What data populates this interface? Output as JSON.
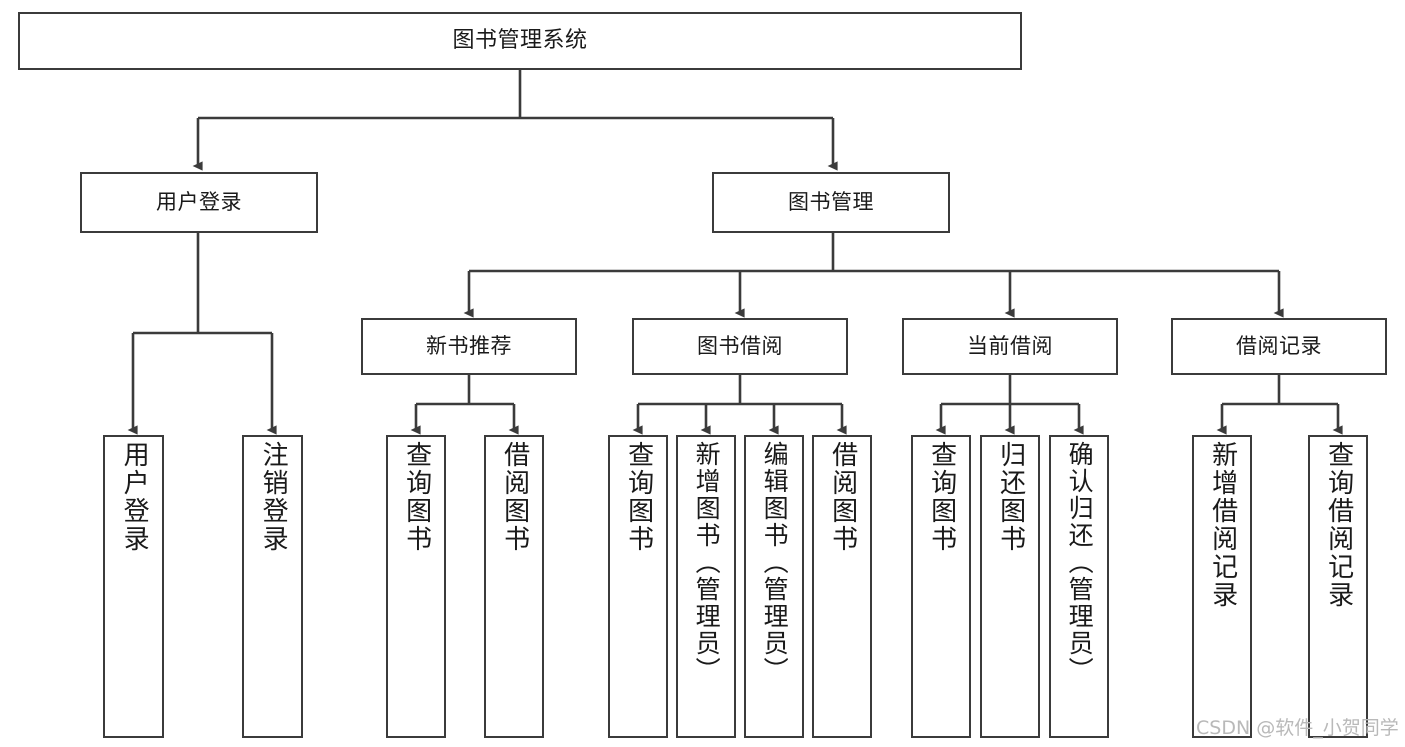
{
  "diagram": {
    "type": "tree-hierarchy",
    "title": "图书管理系统",
    "colors": {
      "stroke": "#3b3b3b",
      "fill": "#ffffff",
      "text": "#1a1a1a",
      "watermark": "#b9b9b9"
    },
    "levels": {
      "root": "图书管理系统",
      "level1": [
        "用户登录",
        "图书管理"
      ],
      "level2": [
        "新书推荐",
        "图书借阅",
        "当前借阅",
        "借阅记录"
      ]
    },
    "nodes": {
      "root": "图书管理系统",
      "user_login": "用户登录",
      "book_manage": "图书管理",
      "new_book_rec": "新书推荐",
      "book_borrow": "图书借阅",
      "current_borrow": "当前借阅",
      "borrow_record": "借阅记录",
      "leaf_user_login": "用户登录",
      "leaf_user_logout": "注销登录",
      "leaf_query_book_1": "查询图书",
      "leaf_borrow_book_1": "借阅图书",
      "leaf_query_book_2": "查询图书",
      "leaf_add_book_admin": "新增图书（管理员）",
      "leaf_edit_book_admin": "编辑图书（管理员）",
      "leaf_borrow_book_2": "借阅图书",
      "leaf_query_book_3": "查询图书",
      "leaf_return_book": "归还图书",
      "leaf_confirm_return_admin": "确认归还（管理员）",
      "leaf_add_borrow_record": "新增借阅记录",
      "leaf_query_borrow_record": "查询借阅记录"
    },
    "edges": [
      {
        "from": "图书管理系统",
        "to": "用户登录"
      },
      {
        "from": "图书管理系统",
        "to": "图书管理"
      },
      {
        "from": "用户登录",
        "to": "用户登录"
      },
      {
        "from": "用户登录",
        "to": "注销登录"
      },
      {
        "from": "图书管理",
        "to": "新书推荐"
      },
      {
        "from": "图书管理",
        "to": "图书借阅"
      },
      {
        "from": "图书管理",
        "to": "当前借阅"
      },
      {
        "from": "图书管理",
        "to": "借阅记录"
      },
      {
        "from": "新书推荐",
        "to": "查询图书"
      },
      {
        "from": "新书推荐",
        "to": "借阅图书"
      },
      {
        "from": "图书借阅",
        "to": "查询图书"
      },
      {
        "from": "图书借阅",
        "to": "新增图书（管理员）"
      },
      {
        "from": "图书借阅",
        "to": "编辑图书（管理员）"
      },
      {
        "from": "图书借阅",
        "to": "借阅图书"
      },
      {
        "from": "当前借阅",
        "to": "查询图书"
      },
      {
        "from": "当前借阅",
        "to": "归还图书"
      },
      {
        "from": "当前借阅",
        "to": "确认归还（管理员）"
      },
      {
        "from": "借阅记录",
        "to": "新增借阅记录"
      },
      {
        "from": "借阅记录",
        "to": "查询借阅记录"
      }
    ]
  },
  "watermark": {
    "text": "CSDN @软件_小贺同学"
  }
}
